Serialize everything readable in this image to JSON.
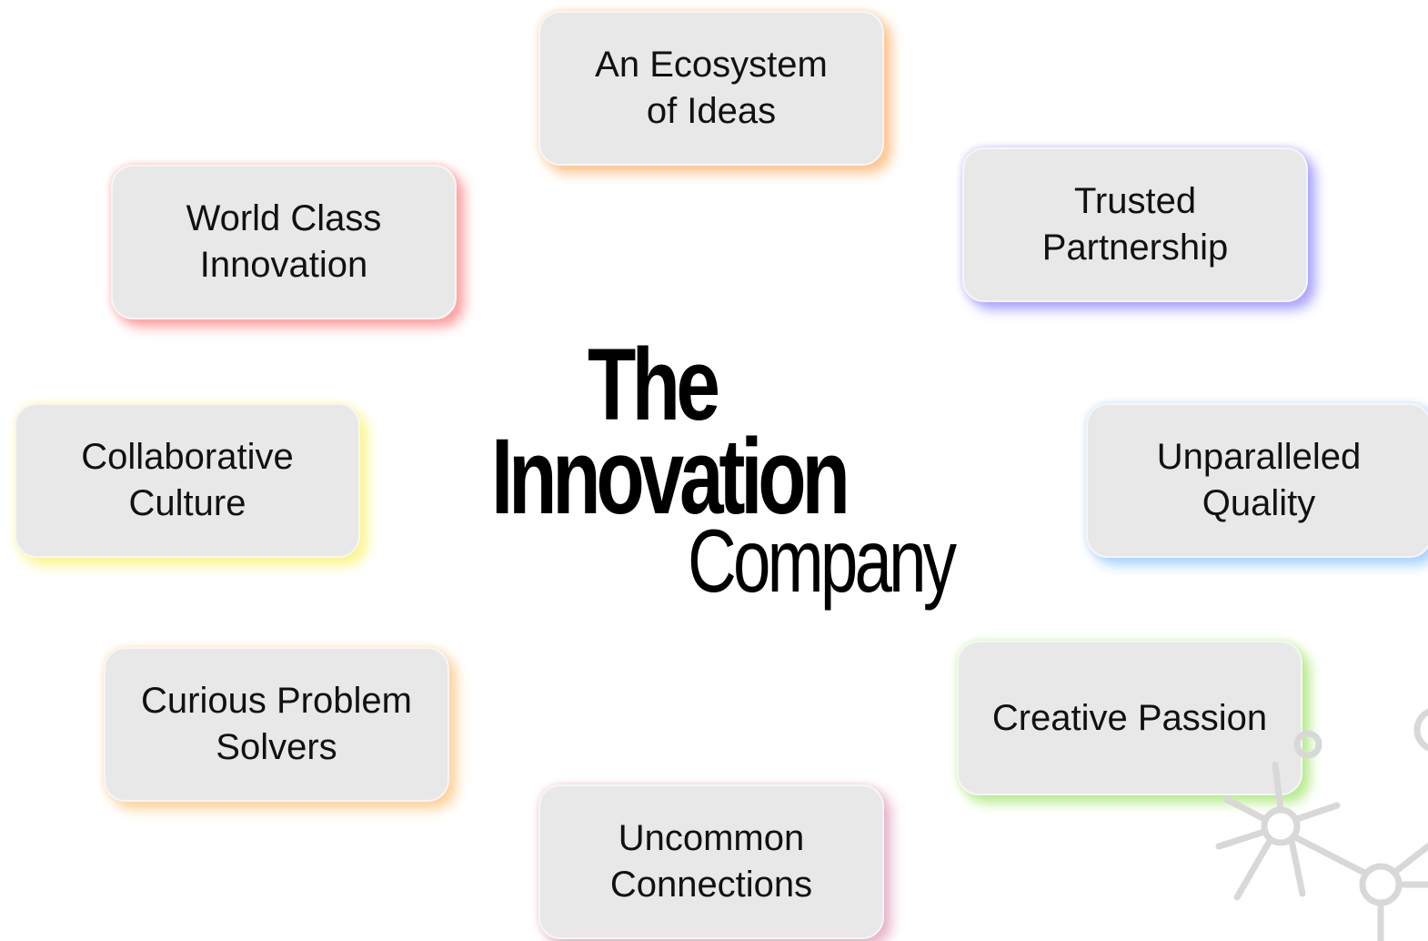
{
  "logo": {
    "line1": "The",
    "line2": "Innovation",
    "line3": "Company"
  },
  "values": [
    {
      "id": "ecosystem",
      "text": "An Ecosystem\nof Ideas",
      "glow_color": "#ffc28c"
    },
    {
      "id": "trusted",
      "text": "Trusted\nPartnership",
      "glow_color": "#a9a2ff"
    },
    {
      "id": "world",
      "text": "World Class\nInnovation",
      "glow_color": "#ff9d9d"
    },
    {
      "id": "collab",
      "text": "Collaborative\nCulture",
      "glow_color": "#fbf58a"
    },
    {
      "id": "quality",
      "text": "Unparalleled\nQuality",
      "glow_color": "#a8d2ff"
    },
    {
      "id": "creative",
      "text": "Creative Passion",
      "glow_color": "#b6eb8c"
    },
    {
      "id": "curious",
      "text": "Curious Problem\nSolvers",
      "glow_color": "#ffd19a"
    },
    {
      "id": "uncommon",
      "text": "Uncommon\nConnections",
      "glow_color": "#e6b3c9"
    }
  ],
  "decoration": {
    "icon": "molecule-network-icon",
    "color": "#d8d8d8"
  }
}
